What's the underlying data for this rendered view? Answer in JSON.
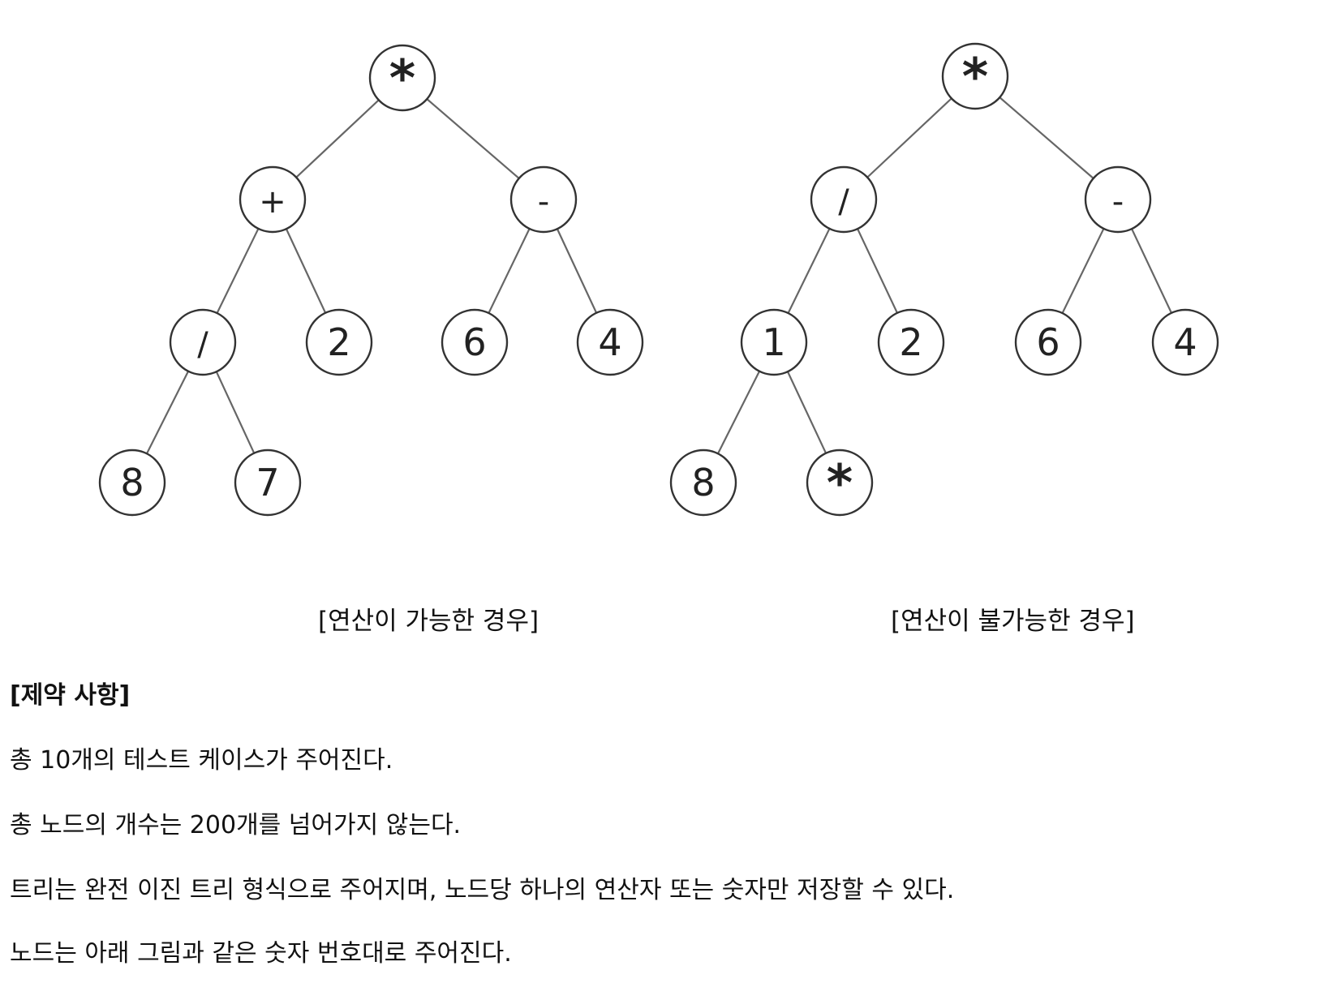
{
  "trees": [
    {
      "name": "possible",
      "caption": "[연산이 가능한 경우]",
      "nodes": [
        {
          "id": 1,
          "label": "*"
        },
        {
          "id": 2,
          "label": "+"
        },
        {
          "id": 3,
          "label": "-"
        },
        {
          "id": 4,
          "label": "/"
        },
        {
          "id": 5,
          "label": "2"
        },
        {
          "id": 6,
          "label": "6"
        },
        {
          "id": 7,
          "label": "4"
        },
        {
          "id": 8,
          "label": "8"
        },
        {
          "id": 9,
          "label": "7"
        }
      ],
      "edges": [
        [
          1,
          2
        ],
        [
          1,
          3
        ],
        [
          2,
          4
        ],
        [
          2,
          5
        ],
        [
          3,
          6
        ],
        [
          3,
          7
        ],
        [
          4,
          8
        ],
        [
          4,
          9
        ]
      ]
    },
    {
      "name": "impossible",
      "caption": "[연산이 불가능한 경우]",
      "nodes": [
        {
          "id": 1,
          "label": "*"
        },
        {
          "id": 2,
          "label": "/"
        },
        {
          "id": 3,
          "label": "-"
        },
        {
          "id": 4,
          "label": "1"
        },
        {
          "id": 5,
          "label": "2"
        },
        {
          "id": 6,
          "label": "6"
        },
        {
          "id": 7,
          "label": "4"
        },
        {
          "id": 8,
          "label": "8"
        },
        {
          "id": 9,
          "label": "*"
        }
      ],
      "edges": [
        [
          1,
          2
        ],
        [
          1,
          3
        ],
        [
          2,
          4
        ],
        [
          2,
          5
        ],
        [
          3,
          6
        ],
        [
          3,
          7
        ],
        [
          4,
          8
        ],
        [
          4,
          9
        ]
      ]
    }
  ],
  "constraints": {
    "title": "[제약 사항]",
    "items": [
      "총 10개의 테스트 케이스가 주어진다.",
      "총 노드의 개수는 200개를 넘어가지 않는다.",
      "트리는 완전 이진 트리 형식으로 주어지며, 노드당 하나의 연산자 또는 숫자만 저장할 수 있다.",
      "노드는 아래 그림과 같은 숫자 번호대로 주어진다."
    ]
  }
}
